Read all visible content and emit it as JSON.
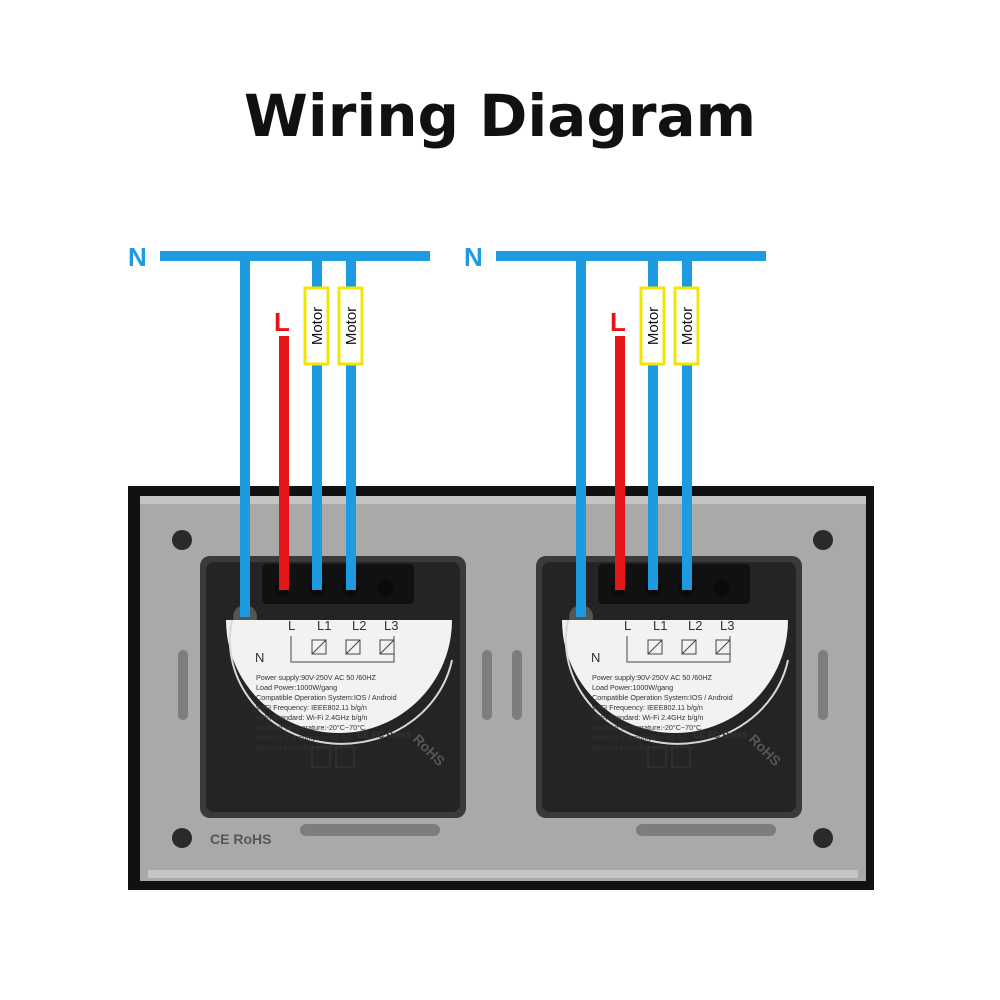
{
  "title": "Wiring Diagram",
  "labels": {
    "neutral": "N",
    "live": "L",
    "motor": "Motor"
  },
  "module": {
    "terminals": [
      "L",
      "L1",
      "L2",
      "L3"
    ],
    "neutral_terminal": "N",
    "specs": [
      "Power supply:90V-250V AC  50 /60HZ",
      "Load Power:1000W/gang",
      "Compatible Operation System:IOS / Android",
      "WIFI Frequency: IEEE802.11 b/g/n",
      "WIFI Standard: Wi-Fi 2.4GHz b/g/n",
      "Working Temperature:-20°C~70°C",
      "Wireless Consumption:≤0.2W",
      "Working Humidity: ≤95 %"
    ],
    "cert_marks": "CE FC RoHS",
    "rohs_emboss": "RoHS",
    "plate_emboss": "CE RoHS"
  },
  "colors": {
    "neutral_wire": "#1e9be0",
    "live_wire": "#e5161a",
    "motor_box": "#f2e600",
    "panel": "#a9aaa8",
    "frame": "#111111"
  }
}
